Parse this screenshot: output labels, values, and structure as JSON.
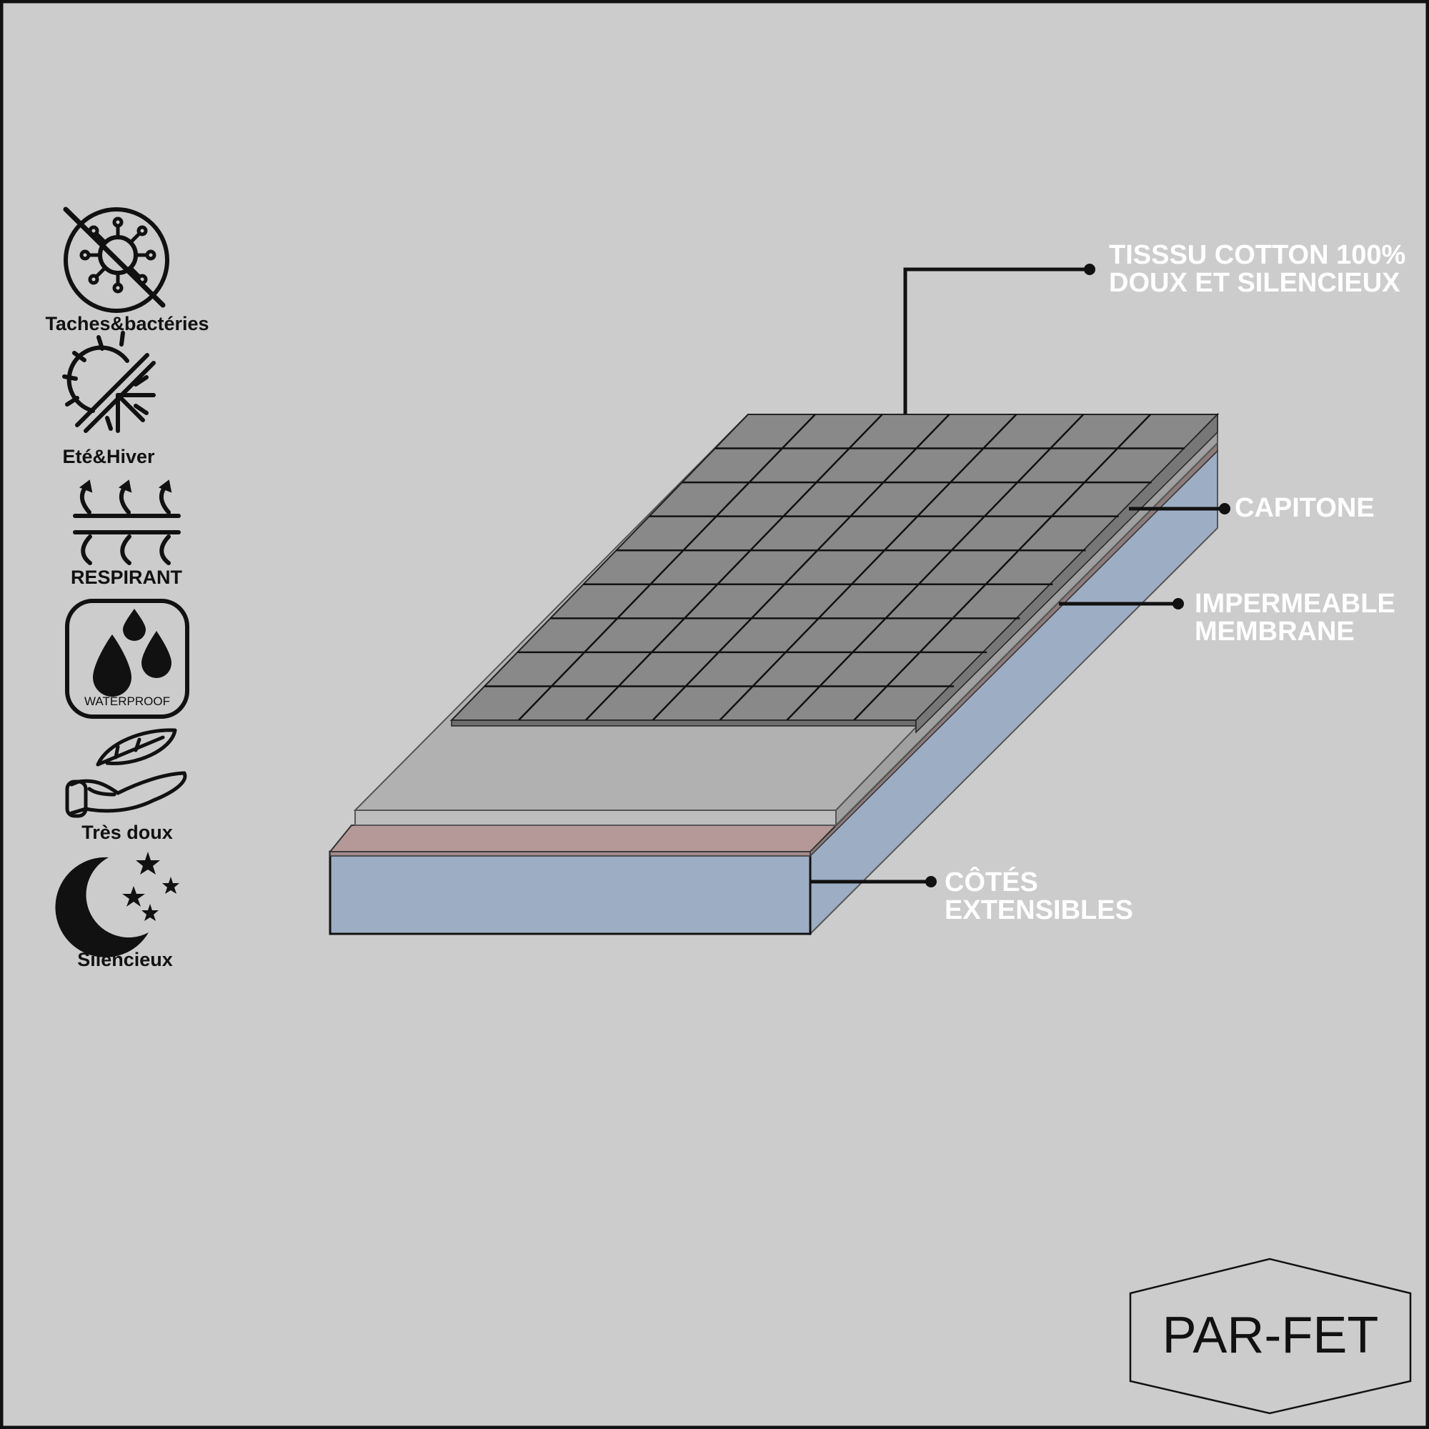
{
  "features": [
    {
      "icon": "no-bacteria-icon",
      "label": "Taches&bactéries"
    },
    {
      "icon": "sun-snowflake-icon",
      "label": "Eté&Hiver"
    },
    {
      "icon": "breathable-icon",
      "label": "RESPIRANT"
    },
    {
      "icon": "waterproof-drops-icon",
      "label": "",
      "badge": "WATERPROOF"
    },
    {
      "icon": "feather-hand-icon",
      "label": "Très doux"
    },
    {
      "icon": "moon-stars-icon",
      "label": "Silencieux"
    }
  ],
  "layers": {
    "top_fabric": {
      "line1": "TISSSU COTTON 100%",
      "line2": "DOUX ET SILENCIEUX"
    },
    "quilting": {
      "line1": "CAPITONE"
    },
    "membrane": {
      "line1": "IMPERMEABLE",
      "line2": "MEMBRANE"
    },
    "sides": {
      "line1": "CÔTÉS",
      "line2": "EXTENSIBLES"
    }
  },
  "brand": {
    "logo": "PAR-FET"
  },
  "colors": {
    "background": "#cccccc",
    "quilted_top": "#898989",
    "top_layer": "#b1b1b1",
    "membrane": "#b59999",
    "foam_sides": "#9dadc4",
    "label_text": "#ffffff"
  }
}
